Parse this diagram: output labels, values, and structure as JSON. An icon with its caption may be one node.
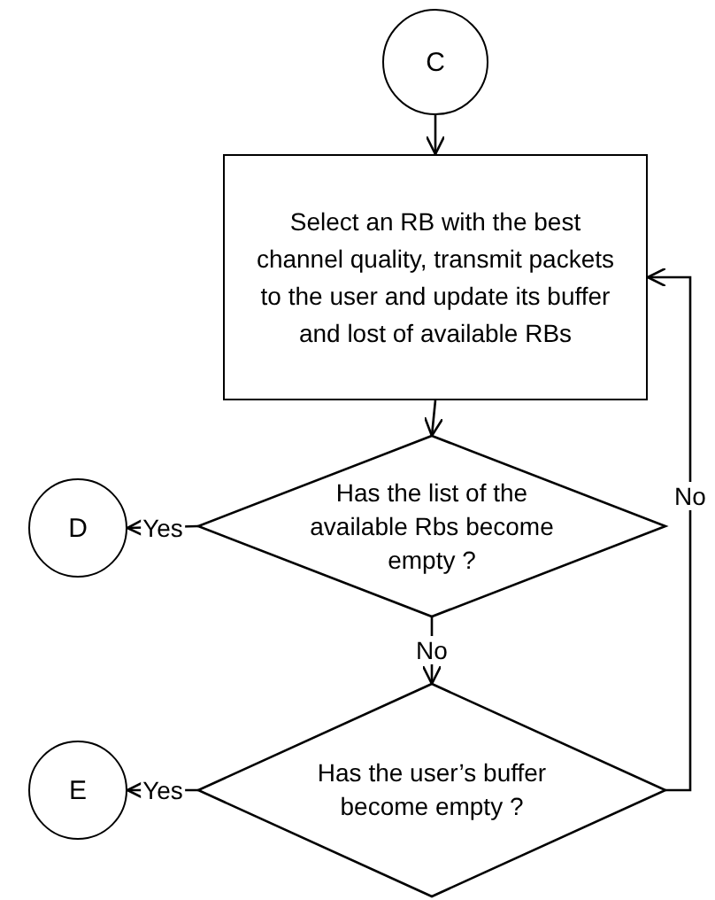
{
  "diagram": {
    "nodes": [
      {
        "text": [
          "C"
        ]
      },
      {
        "text": [
          "Select an RB with the best channel quality, transmit packets to the user and update its buffer and lost of available RBs"
        ]
      },
      {
        "text": [
          "Has the list of the available Rbs become empty ?"
        ]
      },
      {
        "text": [
          "D"
        ]
      },
      {
        "text": [
          "Has the user’s buffer become empty ?"
        ]
      },
      {
        "text": [
          "E"
        ]
      }
    ],
    "edges": [
      {
        "from": 0,
        "to": 1,
        "arrow": "to"
      },
      {
        "from": 1,
        "to": 2,
        "arrow": "to"
      },
      {
        "from": 2,
        "to": 3,
        "arrow": "to",
        "label": "Yes"
      },
      {
        "from": 2,
        "to": 4,
        "arrow": "to",
        "label": "No"
      },
      {
        "from": 4,
        "to": 5,
        "arrow": "to",
        "label": "Yes"
      },
      {
        "from": 4,
        "to": 1,
        "arrow": "to",
        "label": "No"
      }
    ]
  }
}
